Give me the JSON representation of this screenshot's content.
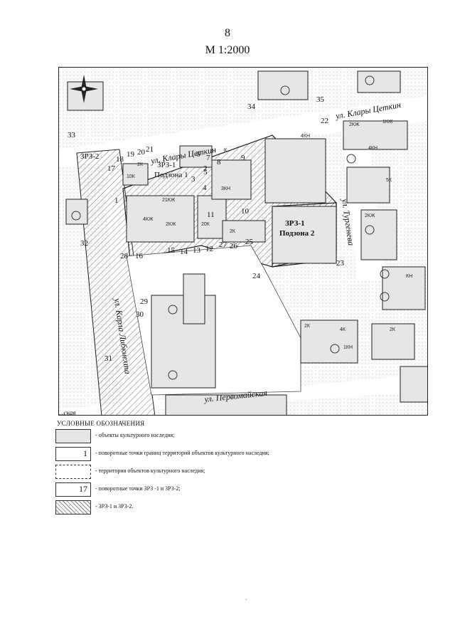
{
  "page": {
    "number": "8",
    "scale": "М 1:2000"
  },
  "map": {
    "streets": {
      "klary_tsetkin_top": "ул. Клары Цеткин",
      "klary_tsetkin_mid": "ул. Клары Цеткин",
      "turgeneva": "ул. Тургенева",
      "karla_libknekhta": "ул. Карла Либкнехта",
      "pervomayskaya": "ул. Первомайская",
      "bottom_left": "...ская"
    },
    "zones": {
      "zrz2": "ЗРЗ-2",
      "zrz1_sub1_title": "ЗРЗ-1",
      "zrz1_sub1_sub": "Подзона 1",
      "zrz1_sub2_title": "ЗРЗ-1",
      "zrz1_sub2_sub": "Подзона 2"
    },
    "points": [
      "1",
      "2",
      "3",
      "4",
      "5",
      "6",
      "7",
      "8",
      "9",
      "10",
      "11",
      "12",
      "13",
      "14",
      "15",
      "16",
      "17",
      "18",
      "19",
      "20",
      "21",
      "22",
      "23",
      "24",
      "25",
      "26",
      "27",
      "28",
      "29",
      "30",
      "31",
      "32",
      "33",
      "34",
      "35"
    ],
    "building_labels": [
      "10К",
      "2К",
      "21КЖ",
      "2КЖ",
      "4КЖ",
      "20К",
      "3КН",
      "2К",
      "К",
      "4КН",
      "2КЖ",
      "5К",
      "4КН",
      "1КЖ",
      "2КЖ",
      "2К",
      "4К",
      "1КН",
      "КН",
      "2К"
    ]
  },
  "legend": {
    "title": "УСЛОВНЫЕ ОБОЗНАЧЕНИЯ",
    "items": [
      {
        "text": "- объекты культурного наследия;"
      },
      {
        "num": "1",
        "text": "- поворотные точки границ территорий объектов культурного наследия;"
      },
      {
        "text": "- территория объектов культурного наследия;"
      },
      {
        "num": "17",
        "text": "- поворотные точки ЗРЗ -1 и ЗРЗ-2;"
      },
      {
        "text": "- ЗРЗ-1 и ЗРЗ-2."
      }
    ]
  },
  "colors": {
    "ink": "#111111",
    "hatch": "#555555",
    "building": "#e6e6e6"
  }
}
